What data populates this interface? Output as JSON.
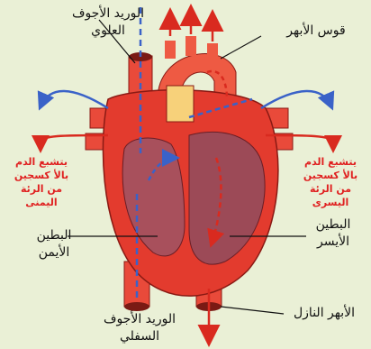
{
  "labels": {
    "superior_vena_cava": [
      "الوريد الأجوف",
      "العلوي"
    ],
    "aortic_arch": "قوس الأبهر",
    "right_lung": [
      "يتشبع الدم",
      "بالأ كسجين",
      "من الرئة",
      "اليمنى"
    ],
    "left_lung": [
      "يتشبع الدم",
      "بالأ كسجين",
      "من الرئة",
      "اليسرى"
    ],
    "right_ventricle": [
      "البطين",
      "الأيمن"
    ],
    "left_ventricle": [
      "البطين",
      "الأيسر"
    ],
    "descending_aorta": "الأبهر النازل",
    "inferior_vena_cava": [
      "الوريد الأجوف",
      "السفلي"
    ]
  },
  "colors": {
    "background": "#eaf0d6",
    "heart_red": "#e33b2e",
    "heart_dark": "#b3201c",
    "ventricle_fill": "#a8505c",
    "deoxygenated_blue": "#3a62c8",
    "oxygenated_red": "#d92a1f",
    "label_red": "#e02020"
  }
}
